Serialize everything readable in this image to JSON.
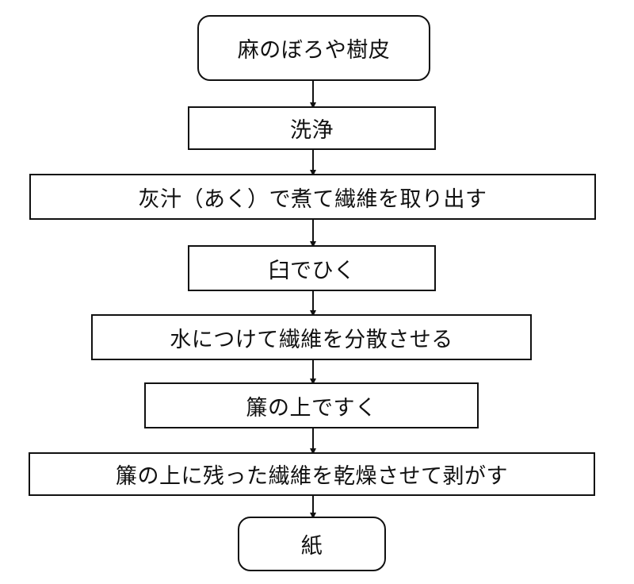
{
  "flowchart": {
    "steps": [
      {
        "label": "麻のぼろや樹皮",
        "shape": "rounded"
      },
      {
        "label": "洗浄",
        "shape": "rect"
      },
      {
        "label": "灰汁（あく）で煮て繊維を取り出す",
        "shape": "rect"
      },
      {
        "label": "臼でひく",
        "shape": "rect"
      },
      {
        "label": "水につけて繊維を分散させる",
        "shape": "rect"
      },
      {
        "label": "簾の上ですく",
        "shape": "rect"
      },
      {
        "label": "簾の上に残った繊維を乾燥させて剥がす",
        "shape": "rect"
      },
      {
        "label": "紙",
        "shape": "rounded"
      }
    ],
    "colors": {
      "line": "#111111",
      "fill": "#ffffff",
      "text": "#111111"
    }
  }
}
